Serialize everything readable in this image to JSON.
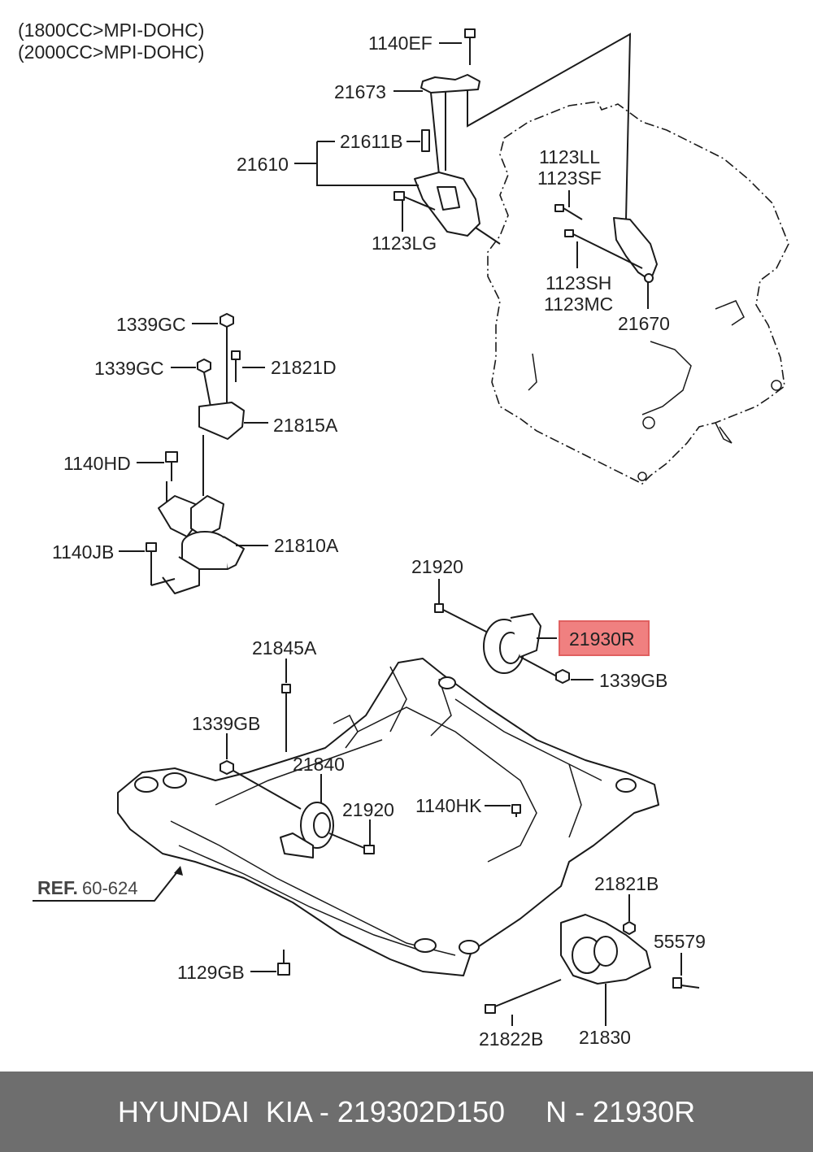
{
  "variants": [
    "(1800CC>MPI-DOHC)",
    "(2000CC>MPI-DOHC)"
  ],
  "labels": {
    "p1140EF": "1140EF",
    "p21673": "21673",
    "p21611B": "21611B",
    "p21610": "21610",
    "p1123LG": "1123LG",
    "p1123LL": "1123LL",
    "p1123SF": "1123SF",
    "p1123SH": "1123SH",
    "p1123MC": "1123MC",
    "p21670": "21670",
    "p1339GC_a": "1339GC",
    "p1339GC_b": "1339GC",
    "p21821D": "21821D",
    "p21815A": "21815A",
    "p1140HD": "1140HD",
    "p21810A": "21810A",
    "p1140JB": "1140JB",
    "p21920_top": "21920",
    "p21930R": "21930R",
    "p1339GB_top": "1339GB",
    "p21845A": "21845A",
    "p1339GB_left": "1339GB",
    "p21840": "21840",
    "p21920_mid": "21920",
    "p1140HK": "1140HK",
    "ref_bold": "REF.",
    "ref_num": "60-624",
    "p21821B": "21821B",
    "p55579": "55579",
    "p1129GB": "1129GB",
    "p21822B": "21822B",
    "p21830": "21830"
  },
  "highlight": {
    "part": "21930R",
    "color": "#f08080"
  },
  "footer": {
    "text": "HYUNDAI  KIA - 219302D150     N - 21930R"
  }
}
